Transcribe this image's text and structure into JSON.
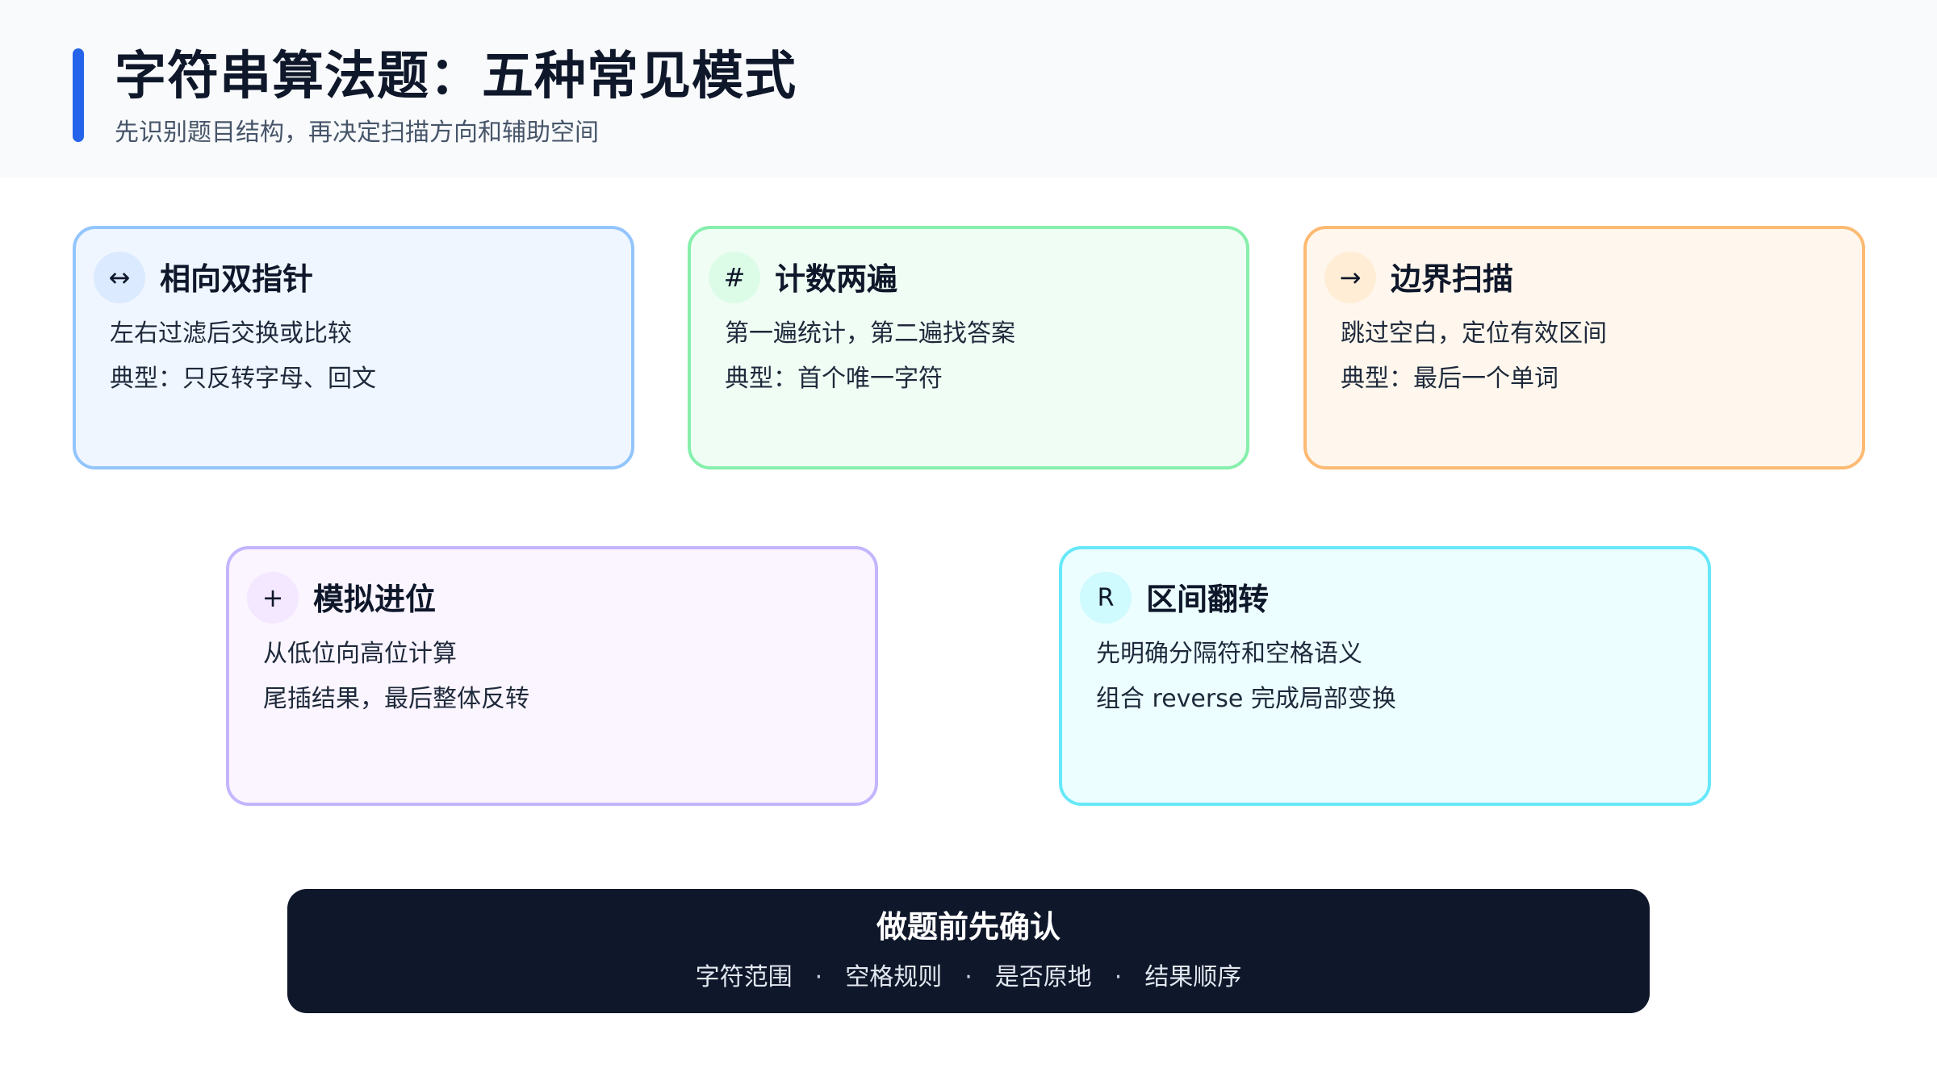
{
  "header": {
    "title": "字符串算法题：五种常见模式",
    "subtitle": "先识别题目结构，再决定扫描方向和辅助空间",
    "accent_color": "#2563eb"
  },
  "cards": [
    {
      "icon": "↔",
      "icon_name": "double-arrow-icon",
      "title": "相向双指针",
      "line1": "左右过滤后交换或比较",
      "line2": "典型：只反转字母、回文",
      "border_color": "#93c5fd"
    },
    {
      "icon": "#",
      "icon_name": "hash-icon",
      "title": "计数两遍",
      "line1": "第一遍统计，第二遍找答案",
      "line2": "典型：首个唯一字符",
      "border_color": "#86efac"
    },
    {
      "icon": "→",
      "icon_name": "right-arrow-icon",
      "title": "边界扫描",
      "line1": "跳过空白，定位有效区间",
      "line2": "典型：最后一个单词",
      "border_color": "#fdba74"
    },
    {
      "icon": "+",
      "icon_name": "plus-icon",
      "title": "模拟进位",
      "line1": "从低位向高位计算",
      "line2": "尾插结果，最后整体反转",
      "border_color": "#c4b5fd"
    },
    {
      "icon": "R",
      "icon_name": "letter-r-icon",
      "title": "区间翻转",
      "line1": "先明确分隔符和空格语义",
      "line2": "组合 reverse 完成局部变换",
      "border_color": "#67e8f9"
    }
  ],
  "banner": {
    "title": "做题前先确认",
    "items": [
      "字符范围",
      "空格规则",
      "是否原地",
      "结果顺序"
    ],
    "separator": "·",
    "background": "#0f172a"
  }
}
